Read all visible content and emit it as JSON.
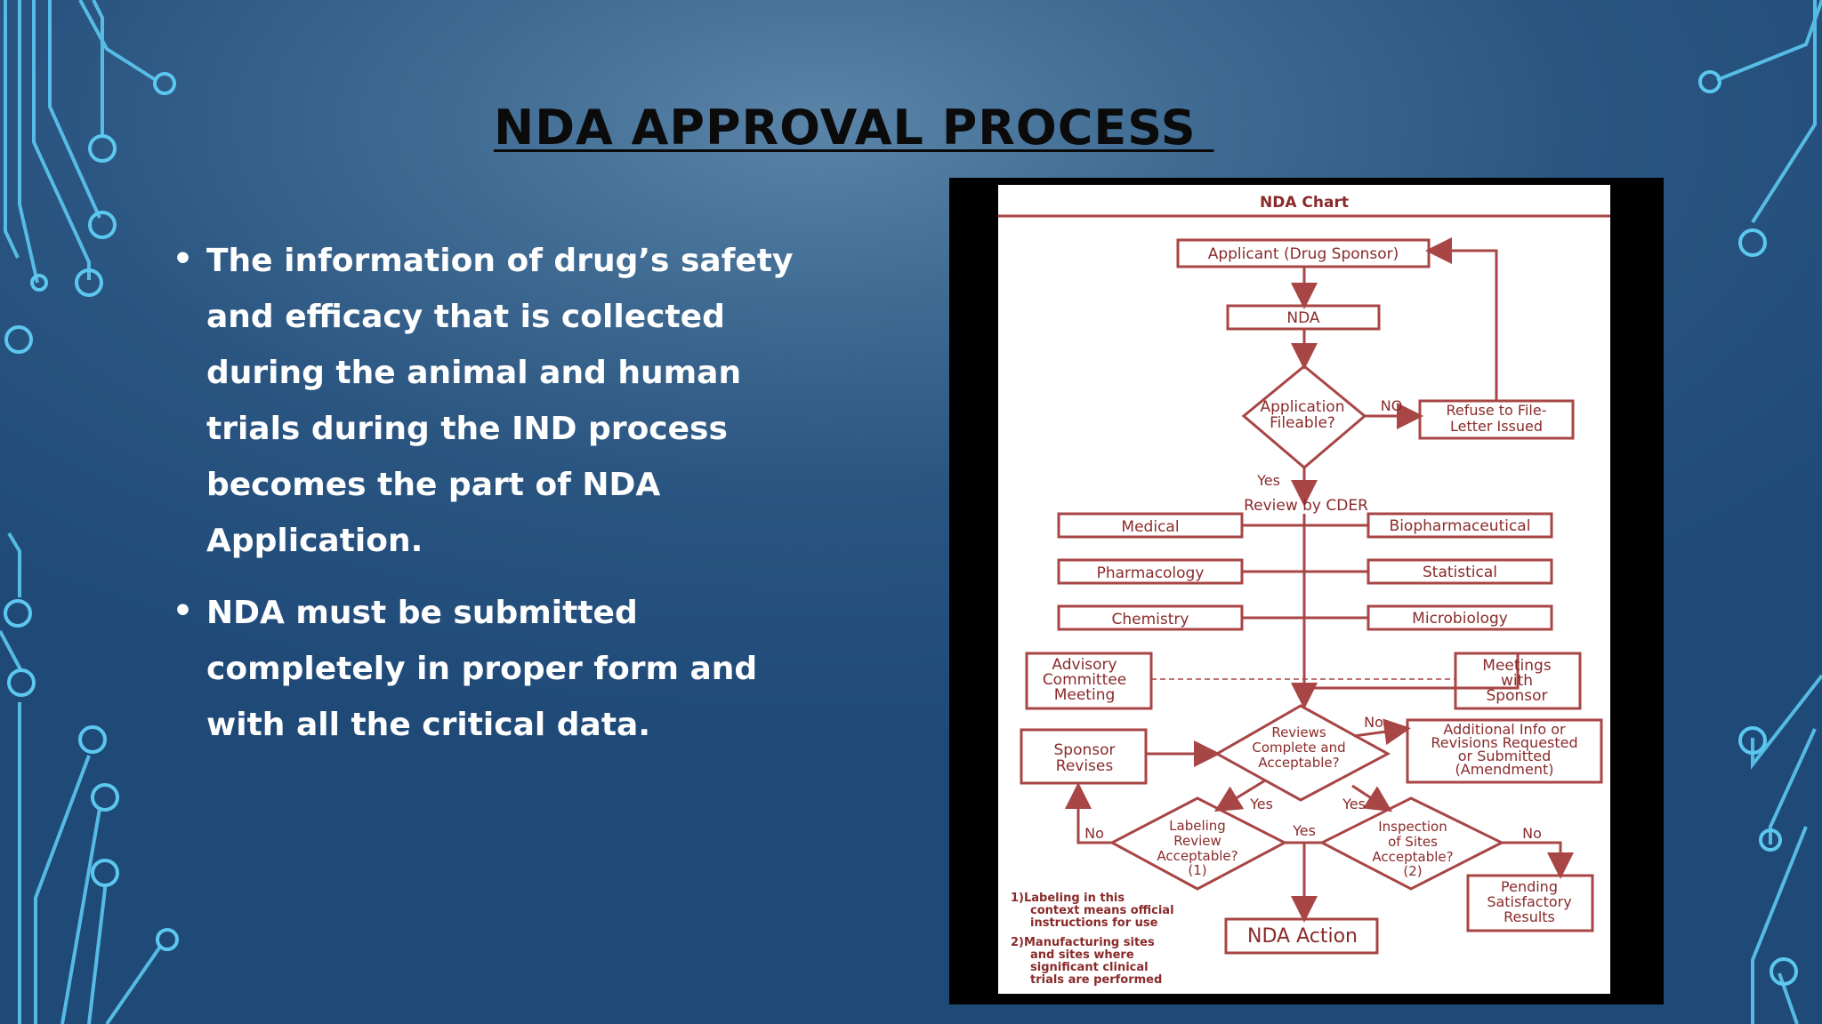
{
  "slide": {
    "title": "NDA APPROVAL PROCESS ",
    "bullets": [
      "The information of drug’s safety and efficacy that is collected during the animal and human trials during the IND process becomes the part of NDA Application.",
      "NDA must be submitted completely in proper form and with all the critical data."
    ]
  },
  "diagram": {
    "title": "NDA Chart",
    "applicant": "Applicant (Drug Sponsor)",
    "nda": "NDA",
    "fileable_line1": "Application",
    "fileable_line2": "Fileable?",
    "no_label": "NO",
    "refuse_line1": "Refuse to File-",
    "refuse_line2": "Letter Issued",
    "yes_label": "Yes",
    "review_by": "Review by CDER",
    "medical": "Medical",
    "biopharma": "Biopharmaceutical",
    "pharmacology": "Pharmacology",
    "statistical": "Statistical",
    "chemistry": "Chemistry",
    "microbiology": "Microbiology",
    "advisory_line1": "Advisory",
    "advisory_line2": "Committee",
    "advisory_line3": "Meeting",
    "meetings_line1": "Meetings",
    "meetings_line2": "with",
    "meetings_line3": "Sponsor",
    "sponsor_line1": "Sponsor",
    "sponsor_line2": "Revises",
    "reviews_line1": "Reviews",
    "reviews_line2": "Complete and",
    "reviews_line3": "Acceptable?",
    "no_label2": "No",
    "additional_line1": "Additional Info or",
    "additional_line2": "Revisions Requested",
    "additional_line3": "or Submitted",
    "additional_line4": "(Amendment)",
    "yes_left": "Yes",
    "yes_right": "Yes",
    "labeling_line1": "Labeling",
    "labeling_line2": "Review",
    "labeling_line3": "Acceptable?",
    "labeling_line4": "(1)",
    "no_left": "No",
    "yes_middle": "Yes",
    "inspection_line1": "Inspection",
    "inspection_line2": "of Sites",
    "inspection_line3": "Acceptable?",
    "inspection_line4": "(2)",
    "no_right": "No",
    "pending_line1": "Pending",
    "pending_line2": "Satisfactory",
    "pending_line3": "Results",
    "nda_action": "NDA Action",
    "note1_line1": "1)Labeling in this",
    "note1_line2": "context means official",
    "note1_line3": "instructions for use",
    "note2_line1": "2)Manufacturing sites",
    "note2_line2": "and sites where",
    "note2_line3": "significant clinical",
    "note2_line4": "trials are performed"
  },
  "colors": {
    "diagram_stroke": "#a84545",
    "diagram_text": "#8a2a2a",
    "circuit": "#5cc8f0"
  }
}
